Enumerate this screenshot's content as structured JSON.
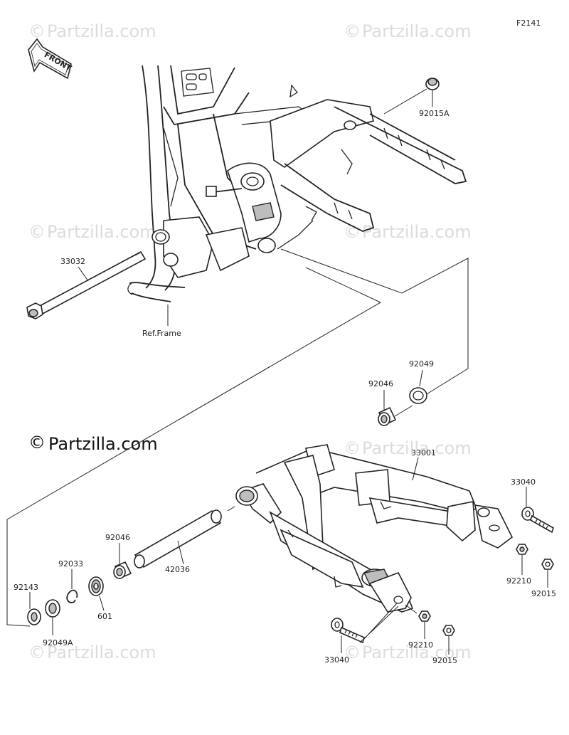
{
  "figure_code": "F2141",
  "front_tag": "FRONT",
  "watermark": "Partzilla.com",
  "copyright_mark": "©",
  "reference_label": "Ref.Frame",
  "parts": [
    {
      "id": "92015A"
    },
    {
      "id": "33032"
    },
    {
      "id": "92049"
    },
    {
      "id": "92046"
    },
    {
      "id": "33001"
    },
    {
      "id": "33040"
    },
    {
      "id": "92046"
    },
    {
      "id": "42036"
    },
    {
      "id": "92033"
    },
    {
      "id": "92143"
    },
    {
      "id": "601"
    },
    {
      "id": "92049A"
    },
    {
      "id": "92210"
    },
    {
      "id": "92015"
    },
    {
      "id": "33040"
    },
    {
      "id": "92210"
    },
    {
      "id": "92015"
    }
  ]
}
